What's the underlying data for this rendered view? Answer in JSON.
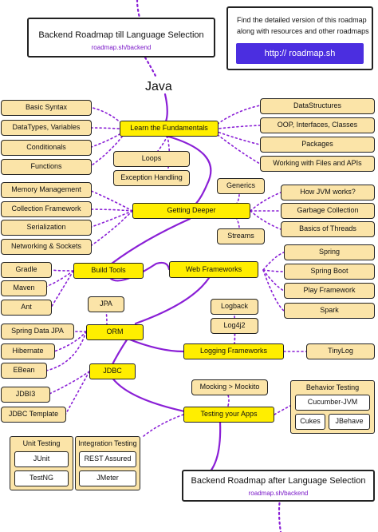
{
  "top_card": {
    "title": "Backend Roadmap till Language Selection",
    "link": "roadmap.sh/backend"
  },
  "info_card": {
    "line1": "Find the detailed version of this roadmap",
    "line2": "along with resources and other roadmaps",
    "cta": "http:// roadmap.sh"
  },
  "heading": "Java",
  "fundamentals": {
    "title": "Learn the Fundamentals",
    "left": [
      "Basic Syntax",
      "DataTypes, Variables",
      "Conditionals",
      "Functions"
    ],
    "right": [
      "DataStructures",
      "OOP, Interfaces, Classes",
      "Packages",
      "Working with Files and APIs"
    ],
    "below": [
      "Loops",
      "Exception Handling"
    ]
  },
  "deeper": {
    "title": "Getting Deeper",
    "left": [
      "Memory Management",
      "Collection Framework",
      "Serialization",
      "Networking & Sockets"
    ],
    "right": [
      "How JVM works?",
      "Garbage Collection",
      "Basics of Threads"
    ],
    "middle": [
      "Generics",
      "Streams"
    ]
  },
  "build_tools": {
    "title": "Build Tools",
    "items": [
      "Gradle",
      "Maven",
      "Ant"
    ]
  },
  "web_frameworks": {
    "title": "Web Frameworks",
    "items": [
      "Spring",
      "Spring Boot",
      "Play Framework",
      "Spark"
    ]
  },
  "orm": {
    "title": "ORM",
    "items": [
      "JPA",
      "Spring Data JPA",
      "Hibernate",
      "EBean"
    ]
  },
  "logging": {
    "title": "Logging Frameworks",
    "items": [
      "Logback",
      "Log4j2",
      "TinyLog"
    ]
  },
  "jdbc": {
    "title": "JDBC",
    "items": [
      "JDBI3",
      "JDBC Template"
    ]
  },
  "testing": {
    "title": "Testing your Apps",
    "mocking": "Mocking > Mockito",
    "behavior_title": "Behavior Testing",
    "behavior_items": [
      "Cucumber-JVM",
      "Cukes",
      "JBehave"
    ],
    "unit_title": "Unit Testing",
    "unit_items": [
      "JUnit",
      "TestNG"
    ],
    "integration_title": "Integration Testing",
    "integration_items": [
      "REST Assured",
      "JMeter"
    ]
  },
  "bottom_card": {
    "title": "Backend Roadmap after Language Selection",
    "link": "roadmap.sh/backend"
  },
  "colors": {
    "main_topic": "#ffee00",
    "sub_topic": "#fbe4a8",
    "connector": "#8a1fd6",
    "cta": "#4b2ee0"
  }
}
